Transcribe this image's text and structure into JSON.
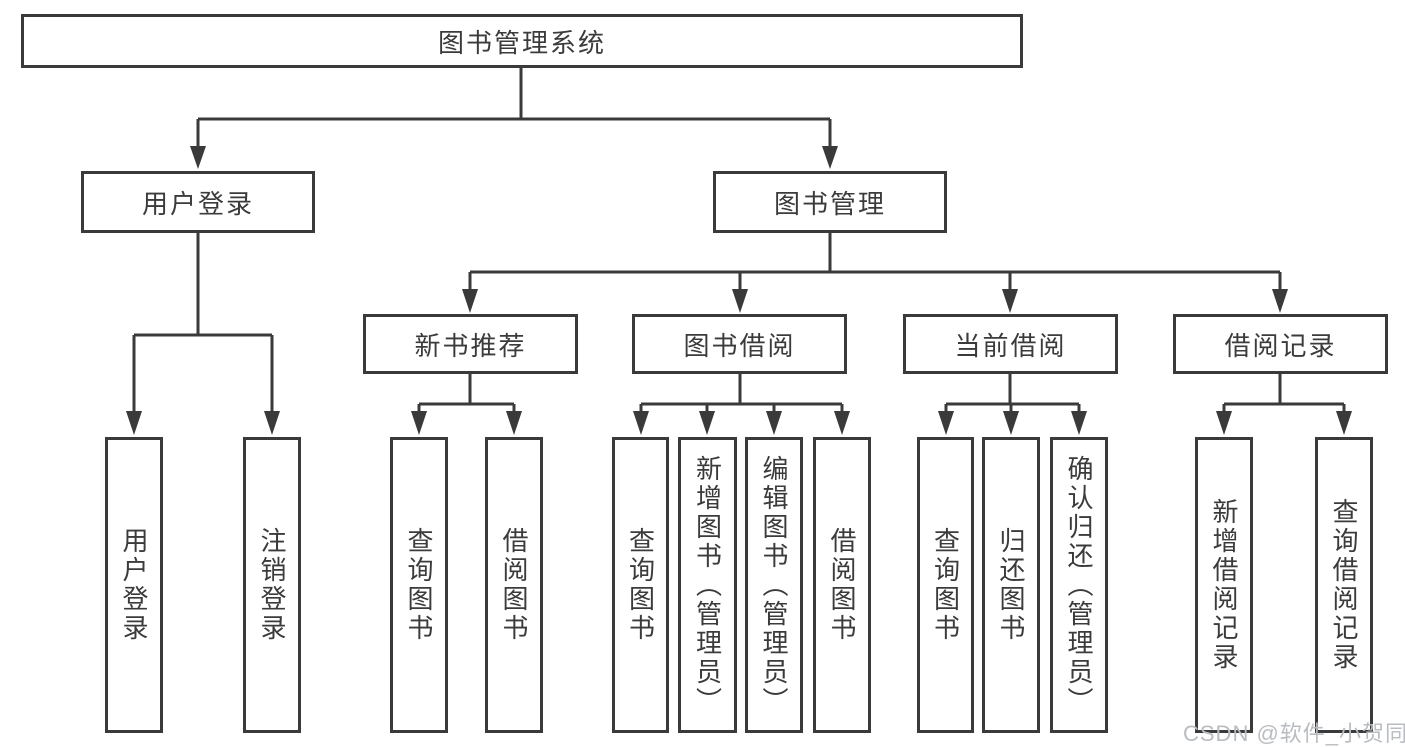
{
  "diagram": {
    "root": {
      "label": "图书管理系统"
    },
    "level2": [
      {
        "label": "用户登录"
      },
      {
        "label": "图书管理"
      }
    ],
    "level3": [
      {
        "label": "新书推荐"
      },
      {
        "label": "图书借阅"
      },
      {
        "label": "当前借阅"
      },
      {
        "label": "借阅记录"
      }
    ],
    "leaves": {
      "user_login": [
        {
          "label": "用户登录"
        },
        {
          "label": "注销登录"
        }
      ],
      "new_book": [
        {
          "label": "查询图书"
        },
        {
          "label": "借阅图书"
        }
      ],
      "borrow": [
        {
          "label": "查询图书"
        },
        {
          "label": "新增图书（管理员）"
        },
        {
          "label": "编辑图书（管理员）"
        },
        {
          "label": "借阅图书"
        }
      ],
      "current": [
        {
          "label": "查询图书"
        },
        {
          "label": "归还图书"
        },
        {
          "label": "确认归还（管理员）"
        }
      ],
      "records": [
        {
          "label": "新增借阅记录"
        },
        {
          "label": "查询借阅记录"
        }
      ]
    }
  },
  "watermark": {
    "text": "CSDN @软件_小贺同学",
    "color": "#b9bdc1"
  },
  "colors": {
    "line": "#3a3a3a",
    "text": "#3b3b3b",
    "background": "#ffffff"
  }
}
